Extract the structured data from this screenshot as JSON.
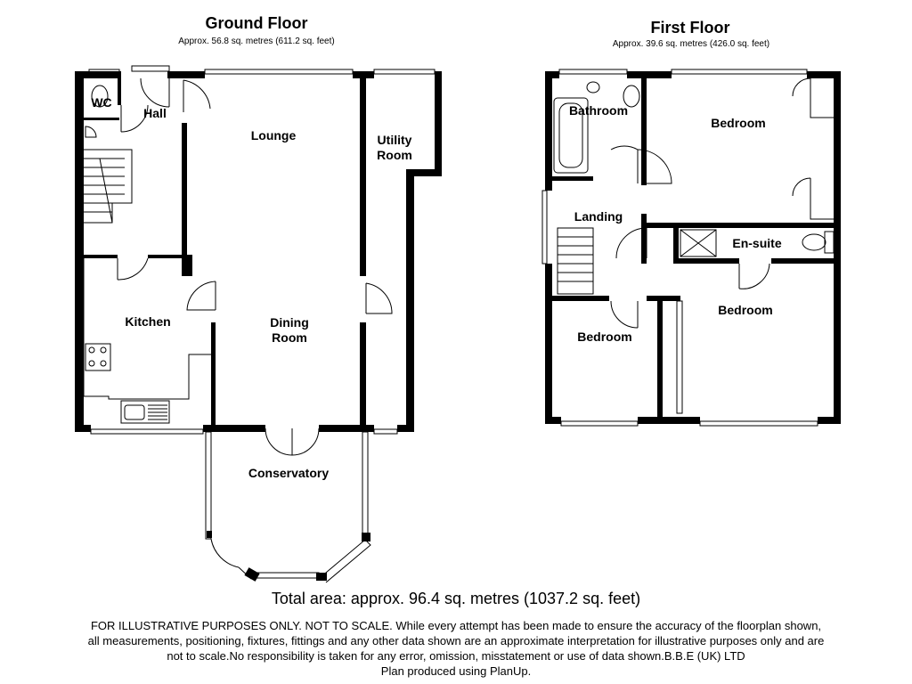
{
  "ground_floor": {
    "title": "Ground Floor",
    "area": "Approx. 56.8 sq. metres (611.2 sq. feet)",
    "rooms": {
      "wc": "WC",
      "hall": "Hall",
      "lounge": "Lounge",
      "utility": "Utility\nRoom",
      "kitchen": "Kitchen",
      "dining": "Dining\nRoom",
      "conservatory": "Conservatory"
    }
  },
  "first_floor": {
    "title": "First Floor",
    "area": "Approx. 39.6 sq. metres (426.0 sq. feet)",
    "rooms": {
      "bathroom": "Bathroom",
      "bedroom_1": "Bedroom",
      "landing": "Landing",
      "ensuite": "En-suite",
      "bedroom_2": "Bedroom",
      "bedroom_3": "Bedroom"
    }
  },
  "total_area": "Total area: approx. 96.4 sq. metres (1037.2 sq. feet)",
  "disclaimer": [
    "FOR ILLUSTRATIVE PURPOSES ONLY. NOT TO SCALE. While every attempt has been made to ensure the accuracy of the floorplan shown,",
    "all measurements, positioning, fixtures, fittings and any other data shown are an approximate interpretation for illustrative purposes only and are",
    "not to scale.No responsibility is taken for any error, omission, misstatement or use of data shown.B.B.E (UK) LTD",
    "Plan produced using PlanUp."
  ]
}
